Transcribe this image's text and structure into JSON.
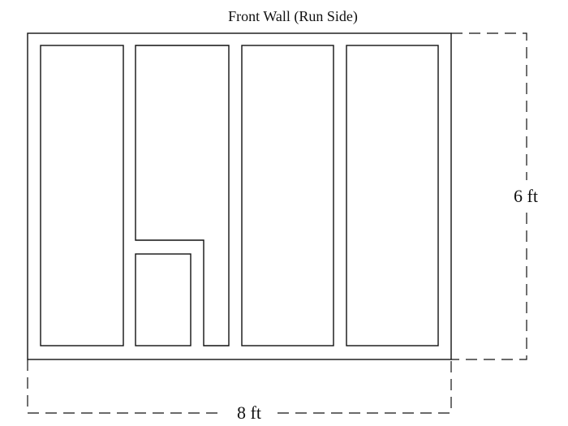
{
  "diagram": {
    "title": "Front Wall (Run Side)",
    "width_label": "8 ft",
    "height_label": "6 ft"
  },
  "colors": {
    "line": "#111111",
    "background": "#ffffff"
  }
}
